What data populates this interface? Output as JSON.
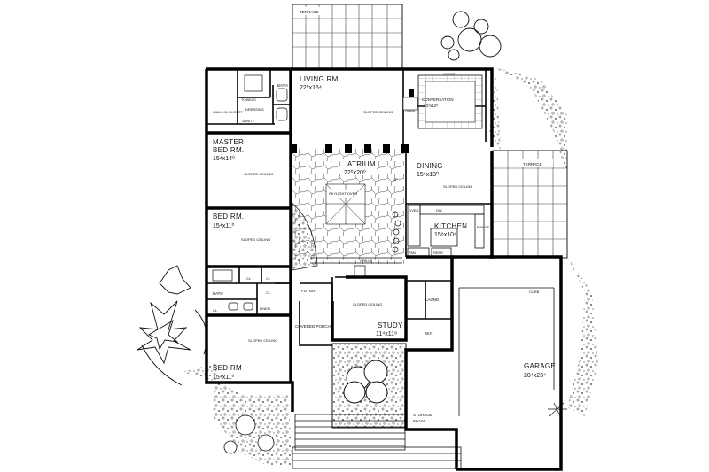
{
  "plan": {
    "rooms": {
      "living": {
        "name": "LIVING RM",
        "dim": "22⁰x15⁴"
      },
      "master": {
        "name1": "MASTER",
        "name2": "BED RM.",
        "dim": "15⁴x14⁰"
      },
      "bed2": {
        "name": "BED RM.",
        "dim": "15⁴x11⁰"
      },
      "bed3": {
        "name": "BED RM",
        "dim": "15⁴x11⁰"
      },
      "atrium": {
        "name": "ATRIUM",
        "dim": "22⁰x20⁰"
      },
      "dining": {
        "name": "DINING",
        "dim": "15⁸x13⁰"
      },
      "kitchen": {
        "name": "KITCHEN",
        "dim": "15⁸x10⁴"
      },
      "conversation": {
        "name": "CONVERSATION",
        "dim": "13⁴x12⁸"
      },
      "study": {
        "name": "STUDY",
        "dim": "11⁴x11⁸"
      },
      "garage": {
        "name": "GARAGE",
        "dim": "20⁴x23⁴"
      },
      "storage": {
        "name": "STORAGE",
        "dim": "9⁴x16⁸"
      }
    },
    "labels": {
      "terrace_top": "TERRACE",
      "terrace_right": "TERRACE",
      "bath_master": "BATH",
      "towels": "TOWELS",
      "walkin_closet": "WALK-IN CLOSET",
      "dressing": "DRESSING",
      "vanity": "VANITY",
      "bath_hall": "BATH",
      "linen": "LINEN",
      "cl1": "CL",
      "cl2": "CL",
      "cl3": "CL",
      "cl4": "CL",
      "foyer": "FOYER",
      "covered_porch": "COVERED PORCH",
      "laund": "LAUND",
      "wr": "W.R",
      "grille": "GRILLE",
      "ledge": "LEDGE",
      "open_to_above": "OPEN",
      "skylight": "SKYLIGHT OVER",
      "curb": "CURB",
      "dw": "DW",
      "pantry": "PAN",
      "refr": "REFR",
      "oven": "OVEN",
      "range": "RANGE",
      "up": "UP",
      "sloped_ceiling_1": "SLOPED CEILING",
      "sloped_ceiling_2": "SLOPED CEILING",
      "sloped_ceiling_3": "SLOPED CEILING",
      "sloped_ceiling_4": "SLOPED CEILING",
      "sloped_ceiling_5": "SLOPED CEILING",
      "sloped_ceiling_6": "SLOPED CEILING"
    }
  }
}
